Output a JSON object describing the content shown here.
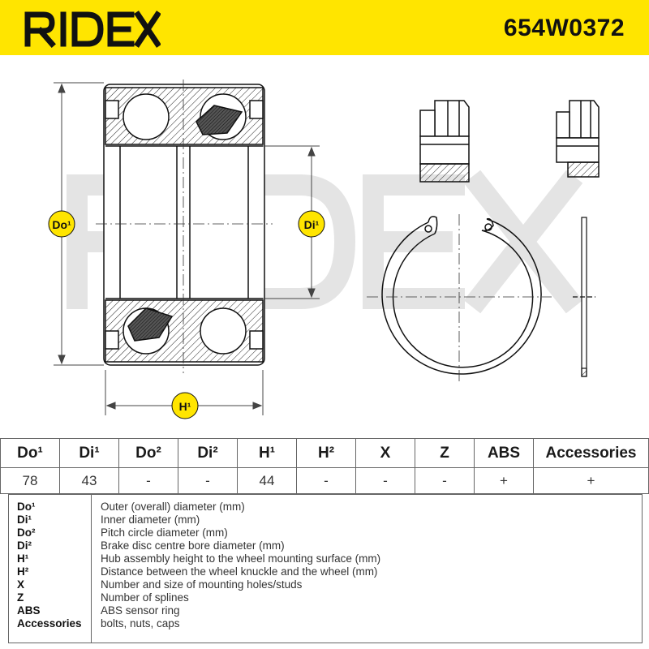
{
  "brand": {
    "name": "RIDEX"
  },
  "part_number": "654W0372",
  "watermark": "RIDEX",
  "dimension_labels": {
    "outer": "Do¹",
    "inner": "Di¹",
    "height": "H¹"
  },
  "table": {
    "headers": [
      "Do¹",
      "Di¹",
      "Do²",
      "Di²",
      "H¹",
      "H²",
      "X",
      "Z",
      "ABS",
      "Accessories"
    ],
    "values": [
      "78",
      "43",
      "-",
      "-",
      "44",
      "-",
      "-",
      "-",
      "+",
      "+"
    ]
  },
  "legend": [
    {
      "key": "Do¹",
      "desc": "Outer (overall) diameter (mm)"
    },
    {
      "key": "Di¹",
      "desc": "Inner diameter (mm)"
    },
    {
      "key": "Do²",
      "desc": "Pitch circle diameter (mm)"
    },
    {
      "key": "Di²",
      "desc": "Brake disc centre bore diameter (mm)"
    },
    {
      "key": "H¹",
      "desc": "Hub assembly height to the wheel mounting surface (mm)"
    },
    {
      "key": "H²",
      "desc": "Distance between the wheel knuckle and the wheel (mm)"
    },
    {
      "key": "X",
      "desc": "Number and size of mounting holes/studs"
    },
    {
      "key": "Z",
      "desc": "Number of splines"
    },
    {
      "key": "ABS",
      "desc": "ABS sensor ring"
    },
    {
      "key": "Accessories",
      "desc": "bolts, nuts, caps"
    }
  ],
  "colors": {
    "brand_yellow": "#ffe500",
    "label_yellow": "#ffe500",
    "watermark": "#e4e4e4"
  }
}
